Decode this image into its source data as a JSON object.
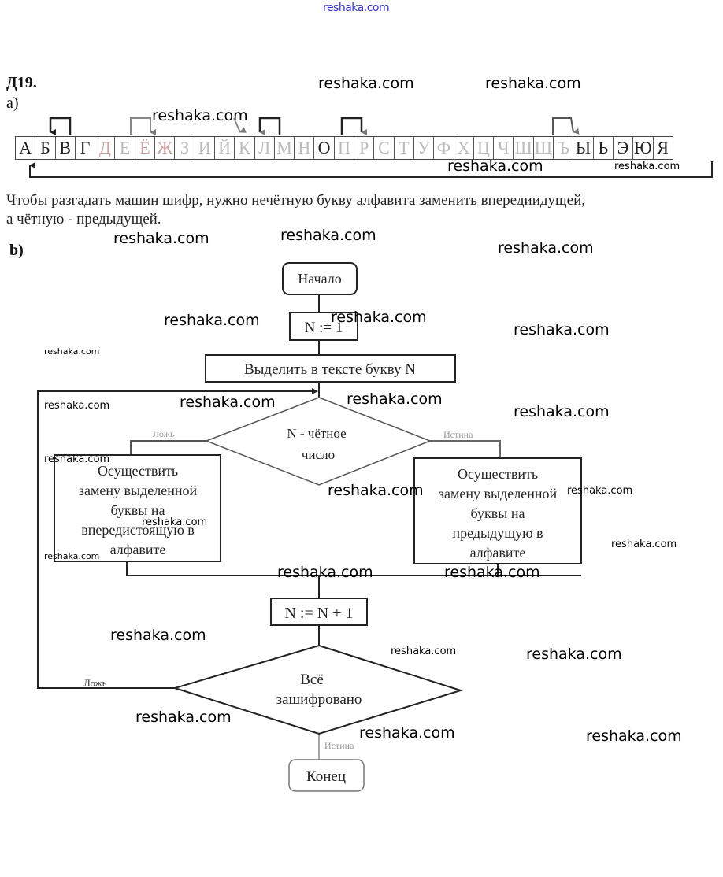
{
  "watermark": "reshaka.com",
  "header": {
    "title": "Д19.",
    "part_a": "a)",
    "part_b": "b)"
  },
  "alphabet": [
    "А",
    "Б",
    "В",
    "Г",
    "Д",
    "Е",
    "Ё",
    "Ж",
    "З",
    "И",
    "Й",
    "К",
    "Л",
    "М",
    "Н",
    "О",
    "П",
    "Р",
    "С",
    "Т",
    "У",
    "Ф",
    "Х",
    "Ц",
    "Ч",
    "Ш",
    "Щ",
    "Ъ",
    "Ы",
    "Ь",
    "Э",
    "Ю",
    "Я"
  ],
  "explanation": {
    "line1": "Чтобы разгадать машин шифр, нужно нечётную букву алфавита заменить впередиидущей,",
    "line2": "а чётную - предыдущей."
  },
  "flowchart": {
    "start": "Начало",
    "init": "N := 1",
    "select": "Выделить в тексте букву N",
    "condition": [
      "N - чётное",
      "число"
    ],
    "false_label": "Ложь",
    "true_label": "Истина",
    "left_action": [
      "Осуществить",
      "замену выделенной",
      "буквы на",
      "впередистоящую в",
      "алфавите"
    ],
    "right_action": [
      "Осуществить",
      "замену выделенной",
      "буквы на",
      "предыдущую в",
      "алфавите"
    ],
    "increment": "N := N + 1",
    "loop_condition": [
      "Всё",
      "зашифровано"
    ],
    "loop_false_label": "Ложь",
    "loop_true_label": "Истина",
    "end": "Конец"
  }
}
